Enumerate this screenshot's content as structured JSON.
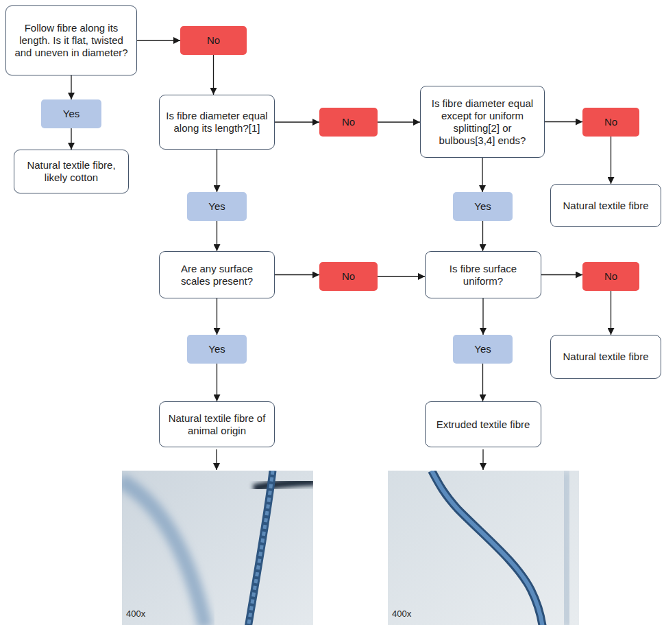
{
  "diagram": {
    "nodes": [
      {
        "text": [
          "Follow fibre along its length. Is it flat, twisted and uneven in diameter?"
        ]
      },
      {
        "text": [
          "No"
        ]
      },
      {
        "text": [
          "Yes"
        ]
      },
      {
        "text": [
          "Natural textile fibre, likely cotton"
        ]
      },
      {
        "text": [
          "Is fibre diameter equal along its length?[1]"
        ]
      },
      {
        "text": [
          "No"
        ]
      },
      {
        "text": [
          "Is fibre diameter equal except for uniform splitting[2] or bulbous[3,4] ends?"
        ]
      },
      {
        "text": [
          "No"
        ]
      },
      {
        "text": [
          "Yes"
        ]
      },
      {
        "text": [
          "Yes"
        ]
      },
      {
        "text": [
          "Natural textile fibre"
        ]
      },
      {
        "text": [
          "Are any surface scales present?"
        ]
      },
      {
        "text": [
          "No"
        ]
      },
      {
        "text": [
          "Is fibre surface uniform?"
        ]
      },
      {
        "text": [
          "No"
        ]
      },
      {
        "text": [
          "Yes"
        ]
      },
      {
        "text": [
          "Yes"
        ]
      },
      {
        "text": [
          "Natural textile fibre"
        ]
      },
      {
        "text": [
          "Natural textile fibre of animal origin"
        ]
      },
      {
        "text": [
          "Extruded textile fibre"
        ]
      }
    ],
    "edges": [
      {
        "from": 0,
        "to": 1,
        "arrow": "to"
      },
      {
        "from": 0,
        "to": 2,
        "arrow": "to"
      },
      {
        "from": 2,
        "to": 3,
        "arrow": "to"
      },
      {
        "from": 1,
        "to": 4,
        "arrow": "to"
      },
      {
        "from": 4,
        "to": 5,
        "arrow": "to"
      },
      {
        "from": 4,
        "to": 8,
        "arrow": "to"
      },
      {
        "from": 5,
        "to": 6,
        "arrow": "to"
      },
      {
        "from": 6,
        "to": 7,
        "arrow": "to"
      },
      {
        "from": 6,
        "to": 9,
        "arrow": "to"
      },
      {
        "from": 7,
        "to": 10,
        "arrow": "to"
      },
      {
        "from": 8,
        "to": 11,
        "arrow": "to"
      },
      {
        "from": 9,
        "to": 13,
        "arrow": "to"
      },
      {
        "from": 11,
        "to": 12,
        "arrow": "to"
      },
      {
        "from": 12,
        "to": 13,
        "arrow": "to"
      },
      {
        "from": 11,
        "to": 15,
        "arrow": "to"
      },
      {
        "from": 13,
        "to": 14,
        "arrow": "to"
      },
      {
        "from": 13,
        "to": 16,
        "arrow": "to"
      },
      {
        "from": 14,
        "to": 17,
        "arrow": "to"
      },
      {
        "from": 15,
        "to": 18,
        "arrow": "to"
      },
      {
        "from": 16,
        "to": 19,
        "arrow": "to"
      }
    ],
    "labels": [
      "400x",
      "400x"
    ]
  }
}
